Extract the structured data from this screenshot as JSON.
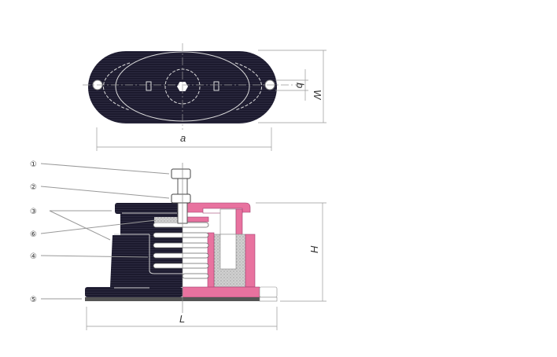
{
  "title": "Spring vibration isolator diagram",
  "top_view": {
    "dims": {
      "a": "a",
      "b": "b",
      "W": "W"
    }
  },
  "side_view": {
    "dims": {
      "L": "L",
      "H": "H"
    },
    "callouts": [
      "①",
      "②",
      "③",
      "⑥",
      "④",
      "⑤"
    ]
  },
  "colors": {
    "body": "#1c1a2e",
    "section": "#e8729f",
    "spring": "#ffffff",
    "base": "#555555"
  }
}
